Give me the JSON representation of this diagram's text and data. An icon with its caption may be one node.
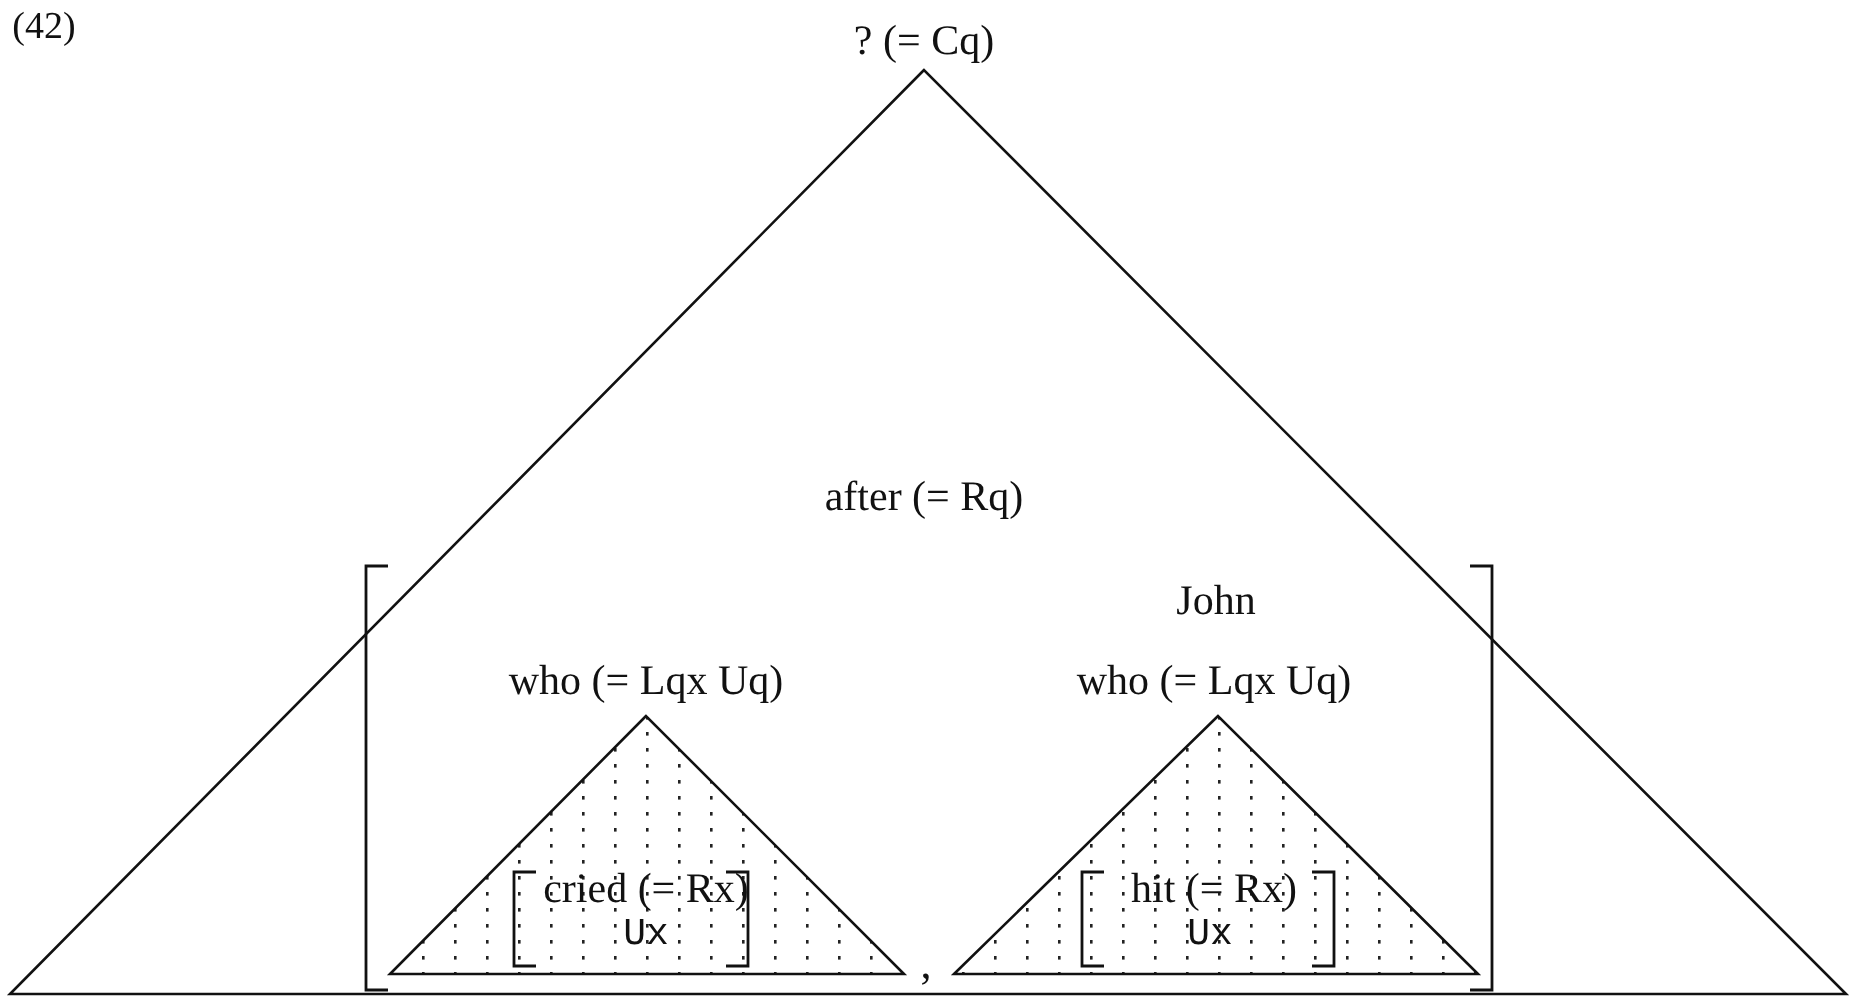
{
  "diagram": {
    "nodes": [
      {
        "text": [
          "? (= Cq)",
          "after (= Rq)"
        ]
      },
      {
        "text": [
          "who (= Lqx Uq)",
          "cried (= Rx)"
        ],
        "in": 0
      },
      {
        "text": [
          "who (= Lqx Uq)",
          "hit (= Rx)"
        ],
        "in": 0
      }
    ],
    "labels": [
      "(42)",
      "John",
      ",",
      "Ux",
      "Ux"
    ]
  }
}
